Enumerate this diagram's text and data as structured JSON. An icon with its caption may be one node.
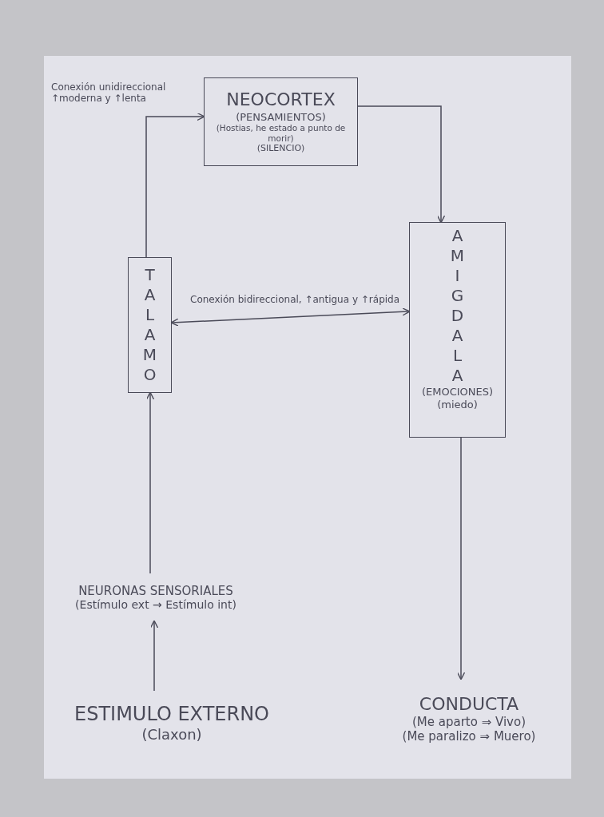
{
  "diagram": {
    "nodes": [
      {
        "text": [
          "NEOCORTEX",
          "(PENSAMIENTOS)",
          "(Hostias, he estado a punto de morir)",
          "(SILENCIO)"
        ]
      },
      {
        "text": [
          "TALAMO"
        ]
      },
      {
        "text": [
          "AMIGDALA",
          "(EMOCIONES)",
          "(miedo)"
        ]
      },
      {
        "text": [
          "NEURONAS SENSORIALES",
          "(Estímulo ext → Estímulo int)"
        ]
      },
      {
        "text": [
          "ESTIMULO EXTERNO",
          "(Claxon)"
        ]
      },
      {
        "text": [
          "CONDUCTA",
          "(Me aparto ⇒ Vivo)",
          "(Me paralizo ⇒ Muero)"
        ]
      }
    ],
    "edges": [
      {
        "from": 1,
        "to": 0,
        "arrow": "to",
        "label": "Conexión unidireccional ↑moderna y ↑lenta"
      },
      {
        "from": 0,
        "to": 2,
        "arrow": "to"
      },
      {
        "from": 1,
        "to": 2,
        "arrow": "both",
        "label": "Conexión bidireccional, ↑antigua y ↑rápida"
      },
      {
        "from": 2,
        "to": 5,
        "arrow": "to"
      },
      {
        "from": 3,
        "to": 1,
        "arrow": "to"
      },
      {
        "from": 4,
        "to": 3,
        "arrow": "to"
      }
    ]
  }
}
